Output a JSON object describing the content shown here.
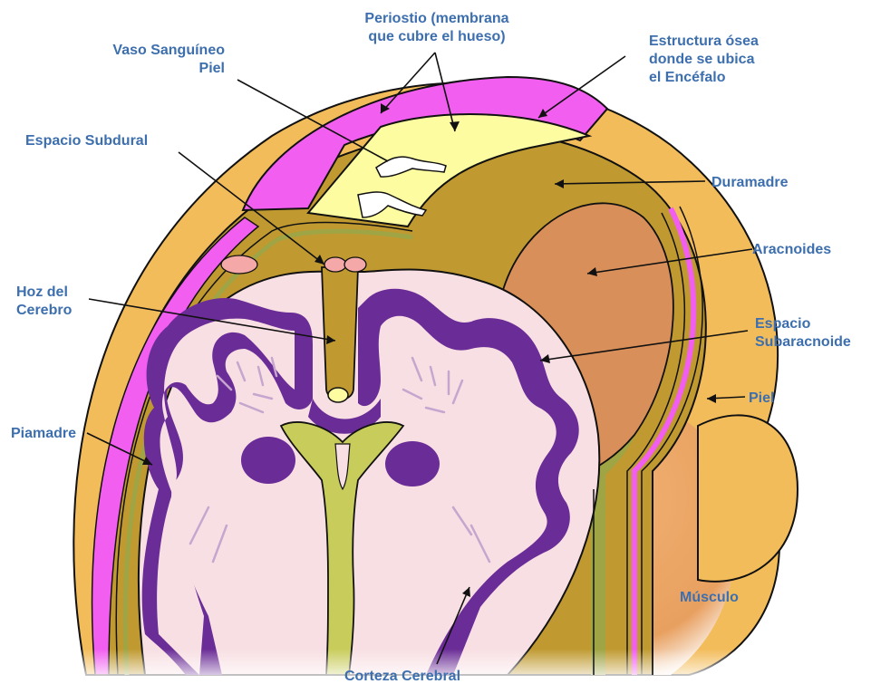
{
  "labels": {
    "periostio_1": "Periostio (membrana",
    "periostio_2": "que cubre el hueso)",
    "vaso_1": "Vaso Sanguíneo",
    "vaso_2": "Piel",
    "estructura_1": "Estructura ósea",
    "estructura_2": "donde se ubica",
    "estructura_3": "el Encéfalo",
    "subdural": "Espacio Subdural",
    "duramadre": "Duramadre",
    "aracnoides": "Aracnoides",
    "hoz_1": "Hoz del",
    "hoz_2": "Cerebro",
    "subaracnoide_1": "Espacio",
    "subaracnoide_2": "Subaracnoide",
    "piel": "Piel",
    "piamadre": "Piamadre",
    "musculo": "Músculo",
    "corteza": "Corteza Cerebral"
  },
  "colors": {
    "label_text": "#3d6fae",
    "scalp": "#f3bc5a",
    "bone_pink": "#f25ef0",
    "periosteum": "#fdfca0",
    "dura": "#c09a30",
    "arachnoid": "#d98f59",
    "brain": "#f8dfe3",
    "cortex": "#6a2c96",
    "ventricle": "#c8cc5a",
    "muscle": "#e6a268"
  }
}
